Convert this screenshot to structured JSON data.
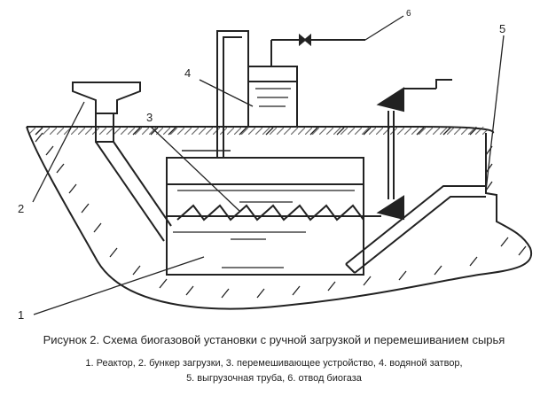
{
  "labels": {
    "n1": "1",
    "n2": "2",
    "n3": "3",
    "n4": "4",
    "n5": "5",
    "n6": "6"
  },
  "caption": "Рисунок 2. Схема биогазовой установки с ручной загрузкой и перемешиванием сырья",
  "legend": {
    "line1": "1.  Реактор, 2. бункер загрузки, 3. перемешивающее устройство, 4. водяной затвор,",
    "line2": "5. выгрузочная труба, 6. отвод биогаза"
  }
}
